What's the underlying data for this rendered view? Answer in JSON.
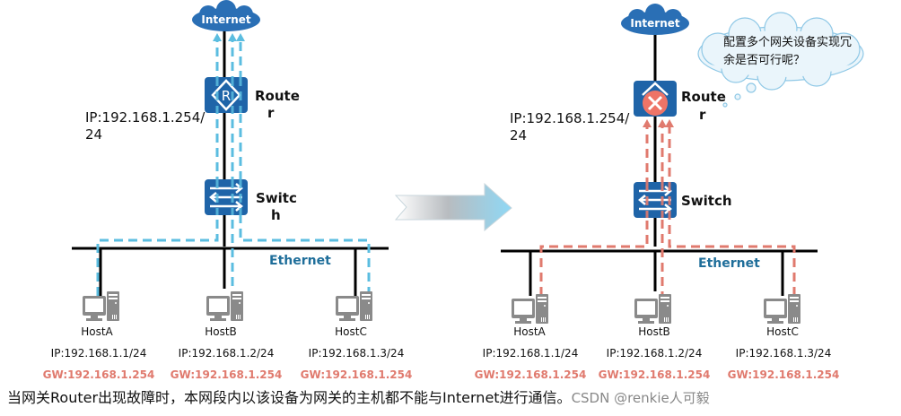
{
  "left": {
    "cloud_label": "Internet",
    "router_label": [
      "Route",
      "r"
    ],
    "router_ip": [
      "IP:192.168.1.254/",
      "24"
    ],
    "switch_label": [
      "Switc",
      "h"
    ],
    "ethernet_label": "Ethernet",
    "path_color": "#5bbde0",
    "hosts": [
      {
        "name": "HostA",
        "ip": "IP:192.168.1.1/24",
        "gw": "GW:192.168.1.254"
      },
      {
        "name": "HostB",
        "ip": "IP:192.168.1.2/24",
        "gw": "GW:192.168.1.254"
      },
      {
        "name": "HostC",
        "ip": "IP:192.168.1.3/24",
        "gw": "GW:192.168.1.254"
      }
    ]
  },
  "right": {
    "cloud_label": "Internet",
    "router_label": [
      "Route",
      "r"
    ],
    "router_ip": [
      "IP:192.168.1.254/",
      "24"
    ],
    "router_status": "failed",
    "switch_label": "Switch",
    "ethernet_label": "Ethernet",
    "path_color": "#e07a6e",
    "thought_bubble": [
      "配置多个网关设备实现冗",
      "余是否可行呢？"
    ],
    "hosts": [
      {
        "name": "HostA",
        "ip": "IP:192.168.1.1/24",
        "gw": "GW:192.168.1.254"
      },
      {
        "name": "HostB",
        "ip": "IP:192.168.1.2/24",
        "gw": "GW:192.168.1.254"
      },
      {
        "name": "HostC",
        "ip": "IP:192.168.1.3/24",
        "gw": "GW:192.168.1.254"
      }
    ]
  },
  "colors": {
    "device_blue": "#1f64a8",
    "cloud_blue": "#2a6fb5",
    "ethernet_text": "#1f6e9a",
    "gw_text": "#e07a6e",
    "host_gray": "#8a8a8a"
  },
  "caption": {
    "text": "当网关Router出现故障时，本网段内以该设备为网关的主机都不能与Internet进行通信。",
    "watermark": "CSDN @renkie人可毅"
  }
}
